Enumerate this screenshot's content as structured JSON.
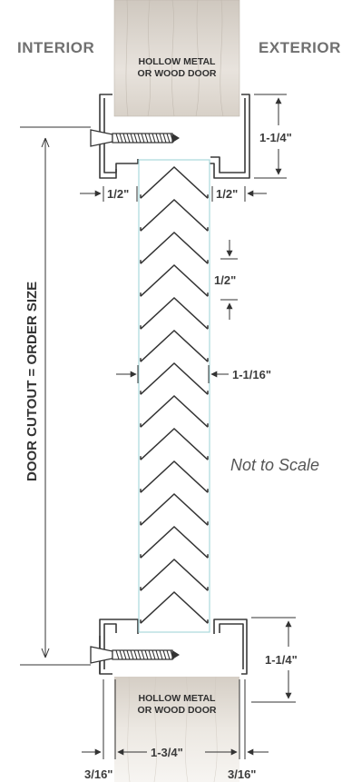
{
  "labels": {
    "interior": "INTERIOR",
    "exterior": "EXTERIOR",
    "door_top": "HOLLOW METAL\nOR WOOD DOOR",
    "door_bottom": "HOLLOW METAL\nOR WOOD DOOR",
    "door_cutout": "DOOR CUTOUT = ORDER SIZE",
    "not_to_scale": "Not to Scale"
  },
  "dimensions": {
    "frame_depth_top": "1-1/4\"",
    "frame_depth_bottom": "1-1/4\"",
    "inset_left": "1/2\"",
    "inset_right": "1/2\"",
    "blade_pitch": "1/2\"",
    "louver_thickness": "1-1/16\"",
    "door_thickness": "1-3/4\"",
    "flange_left": "3/16\"",
    "flange_right": "3/16\""
  },
  "louver": {
    "blade_count": 14
  },
  "colors": {
    "line": "#3a3a3a",
    "frame_fill": "#ffffff",
    "louver_border": "#a9d8dd",
    "wood_light": "#e9e4de",
    "wood_dark": "#c9c1b7"
  }
}
